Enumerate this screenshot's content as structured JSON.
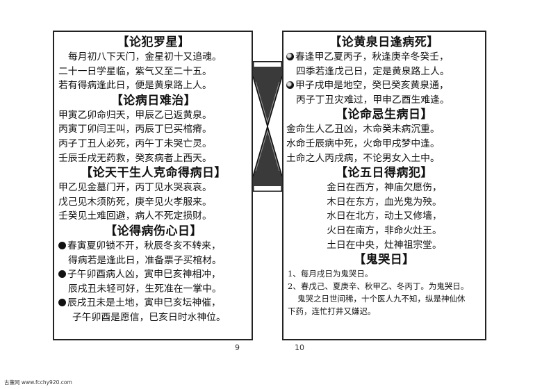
{
  "left_page": {
    "sections": [
      {
        "heading": "【论犯罗星】",
        "lines": [
          "每月初八下天门，金星初十又追魂。",
          "二十一日学星临，紫气又至二十五。",
          "若有得病逢此日，便是黄泉路上人。"
        ]
      },
      {
        "heading": "【论病日难治】",
        "lines": [
          "甲寅乙卯命归天，甲辰乙已返黄泉。",
          "丙寅丁卯闫王叫，丙辰丁巳买棺瘠。",
          "丙子丁丑人必死，丙午丁未哭亡灵。",
          "壬辰壬戌无药救，癸亥病者上西天。"
        ]
      },
      {
        "heading": "【论天干生人克命得病日】",
        "lines": [
          "甲乙见金墓门开，丙丁见水哭哀哀。",
          "戊己见木须防死，庚辛见火孝服来。",
          "壬癸见土难回避，病人不死定损财。"
        ]
      },
      {
        "heading": "【论得病伤心日】",
        "lines": [
          "春寅夏卯锁不开，秋辰冬亥不转来，",
          "得病若是逢此日，准备票子买棺材。",
          "子午卯酉病人凶，寅申巳亥神相冲，",
          "辰戌丑未轻可好，生死准在一掌中。",
          "辰戌丑未是土地，寅申巳亥坛神催，",
          "子午卯酉是愿信，巳亥日时水神位。"
        ]
      }
    ],
    "page_number": "9"
  },
  "right_page": {
    "sections": [
      {
        "heading": "【论黄泉日逢病死】",
        "lines": [
          "春逢甲乙夏丙子，秋逢庚辛冬癸壬，",
          "四季若逢戊己日，定是黄泉路上人。",
          "甲子戌申是地空，癸巳癸亥黄泉通，",
          "丙子丁丑灾难过，甲申乙酉生难逢。"
        ]
      },
      {
        "heading": "【论命忌生病日】",
        "lines": [
          "金命生人乙丑凶，木命癸未病沉重。",
          "水命壬辰病中死，火命甲戌梦中逢。",
          "土命之人丙戌病，不论男女入土中。"
        ]
      },
      {
        "heading": "【论五日得病犯】",
        "lines": [
          "金日在西方，神庙欠愿伤，",
          "木日在东方，血光鬼为殃。",
          "水日在北方，动土又修墙，",
          "火日在南方，非命火灶王。",
          "土日在中央，灶神祖宗堂。"
        ]
      },
      {
        "heading": "【鬼哭日】",
        "notes": [
          "1、每月戌日为鬼哭日。",
          "2、春戊己、夏庚辛、秋甲乙、冬丙丁。为鬼哭日。",
          "鬼哭之日世间稀，十个医人九不知，纵是神仙休",
          "下药，连忙打井又嫌迟。"
        ]
      }
    ],
    "page_number": "10"
  },
  "footer": {
    "credit": "古董网 www.fcchy920.com"
  }
}
